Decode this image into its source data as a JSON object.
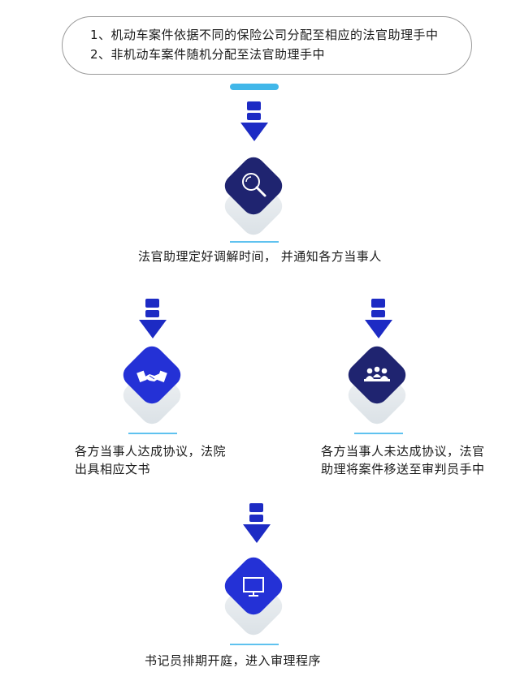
{
  "top_box": {
    "line1": "1、机动车案件依据不同的保险公司分配至相应的法官助理手中",
    "line2": "2、非机动车案件随机分配至法官助理手中"
  },
  "steps": {
    "schedule": "法官助理定好调解时间， 并通知各方当事人",
    "agree_line1": "各方当事人达成协议，法院",
    "agree_line2": "出具相应文书",
    "disagree_line1": "各方当事人未达成协议，法官",
    "disagree_line2": "助理将案件移送至审判员手中",
    "trial": "书记员排期开庭，进入审理程序"
  },
  "icons": {
    "schedule": "magnifier-icon",
    "agree": "handshake-icon",
    "disagree": "meeting-people-icon",
    "trial": "monitor-icon"
  },
  "colors": {
    "dark_navy": "#1f2470",
    "blue": "#2431d6",
    "arrow": "#1d2bc4",
    "accent_line": "#41b7e9"
  }
}
